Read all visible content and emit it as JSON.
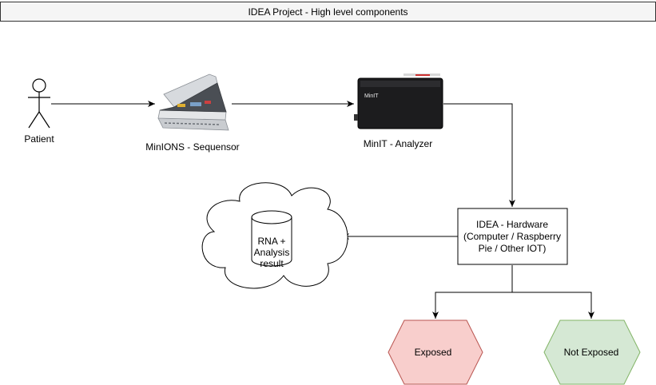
{
  "title": "IDEA Project - High level components",
  "nodes": {
    "patient": {
      "label": "Patient",
      "icon": "person-icon"
    },
    "sequencer": {
      "label": "MinIONS - Sequensor",
      "icon": "sequencer-device-icon"
    },
    "analyzer": {
      "label": "MinIT - Analyzer",
      "icon": "minit-device-icon",
      "device_text": "MinIT"
    },
    "hardware": {
      "lines": [
        "IDEA - Hardware",
        "(Computer / Raspberry",
        "Pie / Other IOT)"
      ]
    },
    "database": {
      "lines": [
        "RNA +",
        "Analysis",
        "result"
      ],
      "icon": "database-cylinder-icon",
      "container": "cloud-shape"
    },
    "exposed": {
      "label": "Exposed",
      "fill": "#f8cecc",
      "stroke": "#b85450"
    },
    "not_exposed": {
      "label": "Not Exposed",
      "fill": "#d5e8d4",
      "stroke": "#82b366"
    }
  },
  "colors": {
    "line": "#000000",
    "title_bg": "#f5f5f5"
  }
}
